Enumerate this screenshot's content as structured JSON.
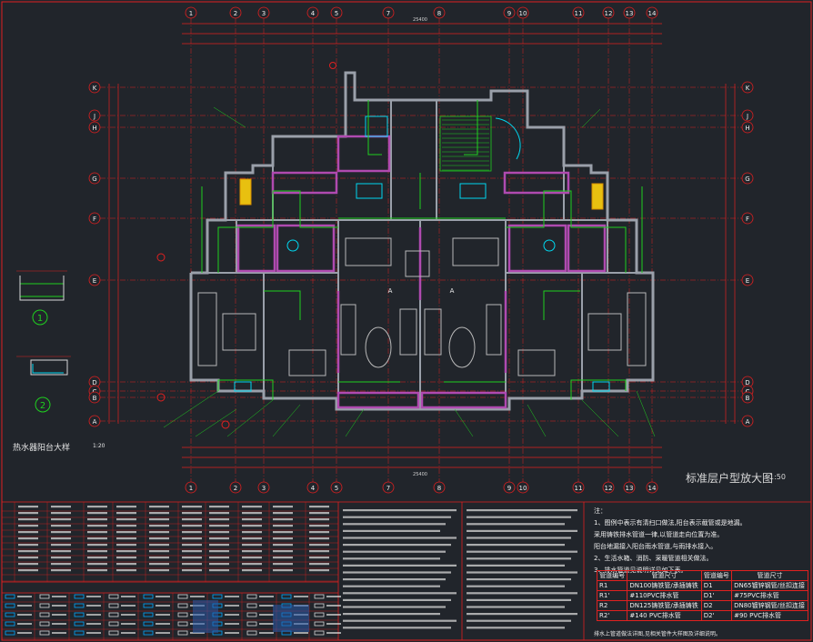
{
  "drawing": {
    "title": "标准层户型放大图",
    "scale": "1:50",
    "detail_title": "热水器阳台大样",
    "detail_scale": "1:20",
    "detail_markers": [
      "1",
      "2"
    ],
    "floor_marks": [
      "A",
      "A"
    ]
  },
  "axes": {
    "columns": [
      "1",
      "2",
      "3",
      "4",
      "5",
      "7",
      "8",
      "9",
      "10",
      "11",
      "12",
      "13",
      "14"
    ],
    "rows": [
      "K",
      "J",
      "H",
      "G",
      "F",
      "E",
      "D",
      "C",
      "B",
      "A"
    ]
  },
  "dims": {
    "total": "25400"
  },
  "notes": {
    "head": "注：",
    "lines": [
      "1、图例中表示有清扫口做法,阳台表示截管或是地漏。",
      "采用铸铁排水管道一律,以管道走向位置为准。",
      "阳台地漏接入阳台雨水管道,与雨排水接入。",
      "2、生活水箱、消防、采暖管道相关做法。",
      "3、排水管道见说明详见如下表。"
    ]
  },
  "legend": {
    "headers": [
      "管道编号",
      "管道尺寸",
      "管道编号",
      "管道尺寸"
    ],
    "rows": [
      [
        "R1",
        "DN100铸铁管/承插铸铁",
        "D1",
        "DN65镀锌钢管/丝扣连接"
      ],
      [
        "R1'",
        "#110PVC排水管",
        "D1'",
        "#75PVC排水管"
      ],
      [
        "R2",
        "DN125铸铁管/承插铸铁",
        "D2",
        "DN80镀锌钢管/丝扣连接"
      ],
      [
        "R2'",
        "#140 PVC排水管",
        "D2'",
        "#90 PVC排水管"
      ]
    ],
    "footnote": "排水上管道做法详图,见相关管件大样图及详细说明。"
  },
  "colors": {
    "background": "#21252b",
    "wall": "#9aa0aa",
    "axis": "#e02020",
    "pipe": "#1fd01f",
    "room": "#b04ab0",
    "fixture": "#00d8f0",
    "heater": "#e8c010",
    "text": "#f0f0f0"
  }
}
